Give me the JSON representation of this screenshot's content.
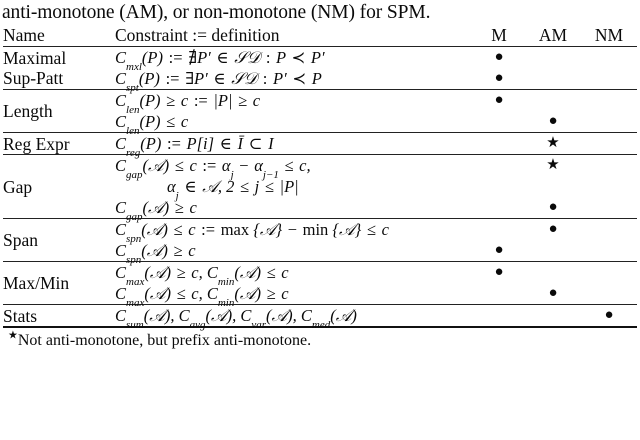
{
  "caption": "anti-monotone (AM), or non-monotone (NM) for SPM.",
  "table": {
    "headers": {
      "name": "Name",
      "definition": "Constraint := definition",
      "m": "M",
      "am": "AM",
      "nm": "NM"
    },
    "markers": {
      "bullet": "●",
      "star": "★"
    },
    "rows": [
      {
        "name": "Maximal\nSup-Patt",
        "name_lines": [
          "Maximal",
          "Sup-Patt"
        ],
        "lines": [
          {
            "def": "C_mxl(P) := ∄P′ ∈ 𝒞𝒟 : P ≺ P′",
            "def_plain": "Cmxl(P) := ∄P' ∈ SD : P ≺ P'",
            "m": "●",
            "am": "",
            "nm": ""
          },
          {
            "def": "C_spt(P) := ∃P′ ∈ 𝒞𝒟 : P′ ≺ P",
            "def_plain": "Cspt(P) := ∃P' ∈ SD : P' ≺ P",
            "m": "●",
            "am": "",
            "nm": ""
          }
        ]
      },
      {
        "name": "Length",
        "name_lines": [
          "Length"
        ],
        "lines": [
          {
            "def_plain": "Clen(P) ≥ c := |P| ≥ c",
            "m": "●",
            "am": "",
            "nm": ""
          },
          {
            "def_plain": "Clen(P) ≤ c",
            "m": "",
            "am": "●",
            "nm": ""
          }
        ]
      },
      {
        "name": "Reg Expr",
        "name_lines": [
          "Reg Expr"
        ],
        "lines": [
          {
            "def_plain": "Creg(P) := P[i] ∈ Ī ⊂ I",
            "m": "",
            "am": "★",
            "nm": ""
          }
        ]
      },
      {
        "name": "Gap",
        "name_lines": [
          "Gap"
        ],
        "lines": [
          {
            "def_plain": "Cgap(𝒜) ≤ c := αj − αj−1 ≤ c,",
            "m": "",
            "am": "★",
            "nm": ""
          },
          {
            "def_plain": "αj ∈ 𝒜, 2 ≤ j ≤ |P|",
            "m": "",
            "am": "",
            "nm": ""
          },
          {
            "def_plain": "Cgap(𝒜) ≥ c",
            "m": "",
            "am": "●",
            "nm": ""
          }
        ]
      },
      {
        "name": "Span",
        "name_lines": [
          "Span"
        ],
        "lines": [
          {
            "def_plain": "Cspn(𝒜) ≤ c := max {𝒜} − min {𝒜} ≤ c",
            "m": "",
            "am": "●",
            "nm": ""
          },
          {
            "def_plain": "Cspn(𝒜) ≥ c",
            "m": "●",
            "am": "",
            "nm": ""
          }
        ]
      },
      {
        "name": "Max/Min",
        "name_lines": [
          "Max/Min"
        ],
        "lines": [
          {
            "def_plain": "Cmax(𝒜) ≥ c, Cmin(𝒜) ≤ c",
            "m": "●",
            "am": "",
            "nm": ""
          },
          {
            "def_plain": "Cmax(𝒜) ≤ c, Cmin(𝒜) ≥ c",
            "m": "",
            "am": "●",
            "nm": ""
          }
        ]
      },
      {
        "name": "Stats",
        "name_lines": [
          "Stats"
        ],
        "lines": [
          {
            "def_plain": "Csum(𝒜), Cavg(𝒜), Cvar(𝒜), Cmed(𝒜)",
            "m": "",
            "am": "",
            "nm": "●"
          }
        ]
      }
    ]
  },
  "footnote": {
    "star": "★",
    "text": "Not anti-monotone, but prefix anti-monotone."
  }
}
